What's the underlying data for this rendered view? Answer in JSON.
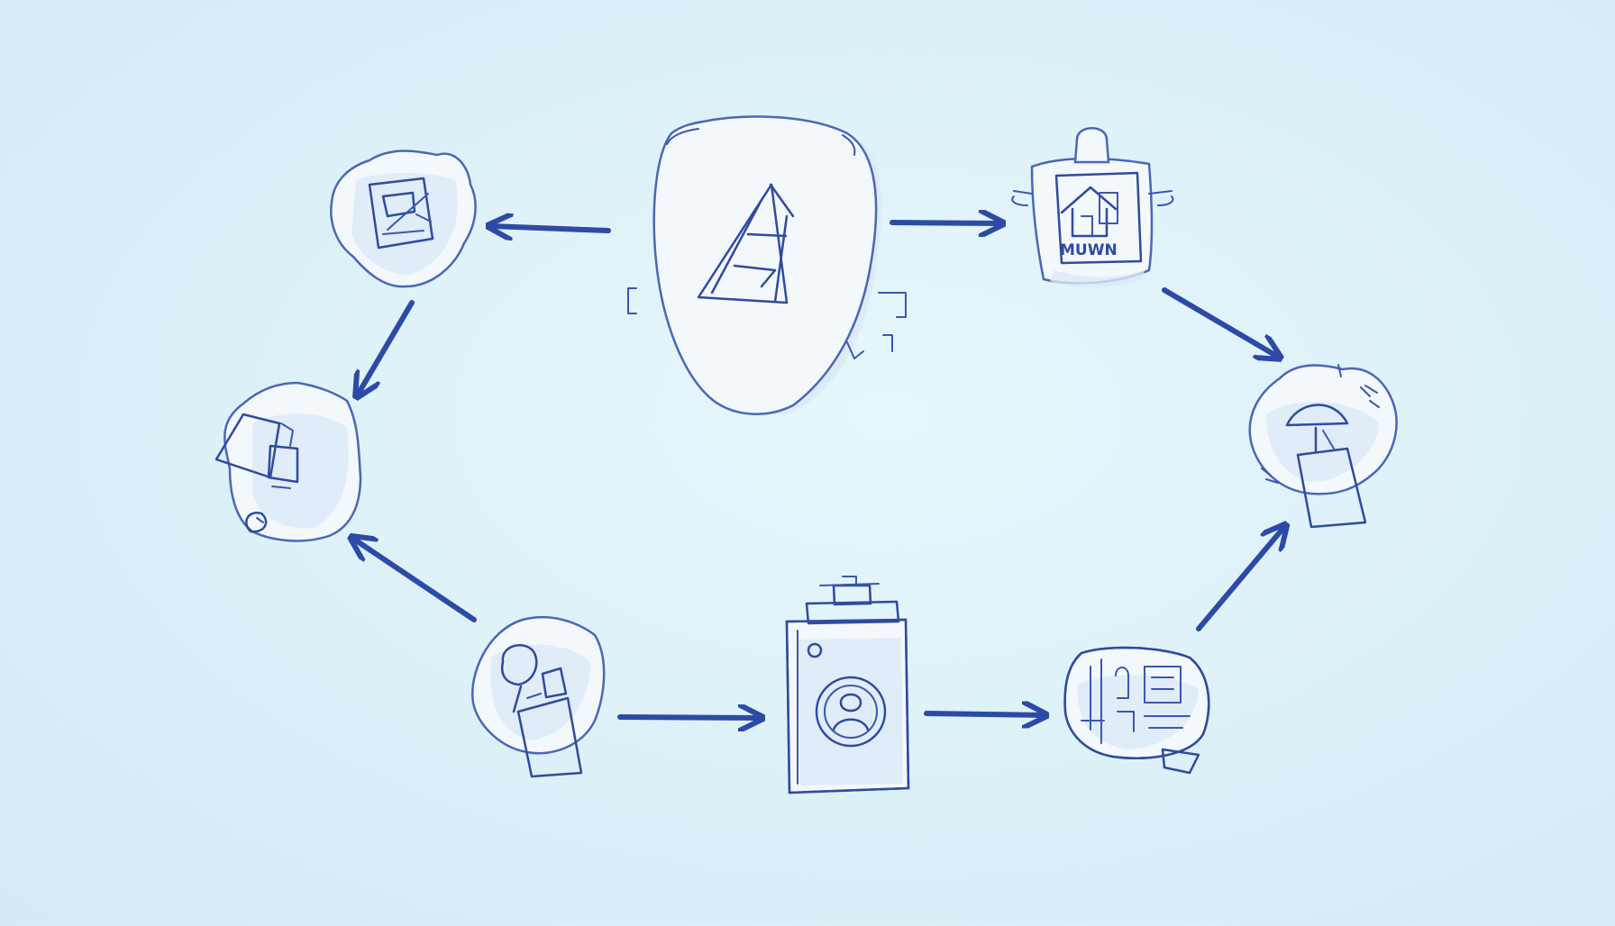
{
  "diagram": {
    "colors": {
      "ink": "#2f4aa0",
      "arrow": "#2d4aa6",
      "blob_fill": "#f3f8fc",
      "background": "#dcf0f8"
    },
    "nodes": [
      {
        "id": "center-shield",
        "icon": "shield-icon"
      },
      {
        "id": "top-left",
        "icon": "document-seal-icon"
      },
      {
        "id": "top-right",
        "icon": "building-sign-icon",
        "label": "MUWN"
      },
      {
        "id": "right",
        "icon": "umbrella-document-icon"
      },
      {
        "id": "left",
        "icon": "tag-bag-icon"
      },
      {
        "id": "bottom-left",
        "icon": "person-document-icon"
      },
      {
        "id": "bottom-center",
        "icon": "id-card-icon"
      },
      {
        "id": "bottom-right",
        "icon": "brain-circuit-icon"
      }
    ],
    "edges": [
      {
        "from": "center-shield",
        "to": "top-left"
      },
      {
        "from": "center-shield",
        "to": "top-right"
      },
      {
        "from": "top-right",
        "to": "right"
      },
      {
        "from": "top-left",
        "to": "left"
      },
      {
        "from": "bottom-left",
        "to": "left"
      },
      {
        "from": "bottom-left",
        "to": "bottom-center"
      },
      {
        "from": "bottom-center",
        "to": "bottom-right"
      },
      {
        "from": "bottom-right",
        "to": "right"
      }
    ]
  }
}
